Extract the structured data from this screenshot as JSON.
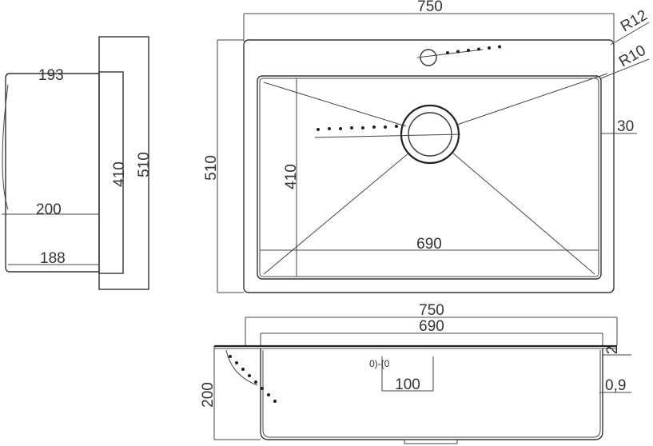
{
  "side_view": {
    "depth_top": "193",
    "inner_height": "410",
    "outer_height": "510",
    "depth_mid": "200",
    "depth_bottom": "188"
  },
  "top_view": {
    "overall_width": "750",
    "overall_height": "510",
    "bowl_width": "690",
    "bowl_height": "410",
    "corner_radius_outer": "R12",
    "corner_radius_inner": "R10",
    "rim_width": "30"
  },
  "front_view": {
    "overall_width": "750",
    "bowl_width": "690",
    "overflow_spacing": "100",
    "overflow_label": "0)-{0",
    "depth": "200",
    "rim_thickness": "2",
    "sheet_thickness": "0,9"
  },
  "colors": {
    "line": "#333333",
    "background": "#ffffff"
  }
}
